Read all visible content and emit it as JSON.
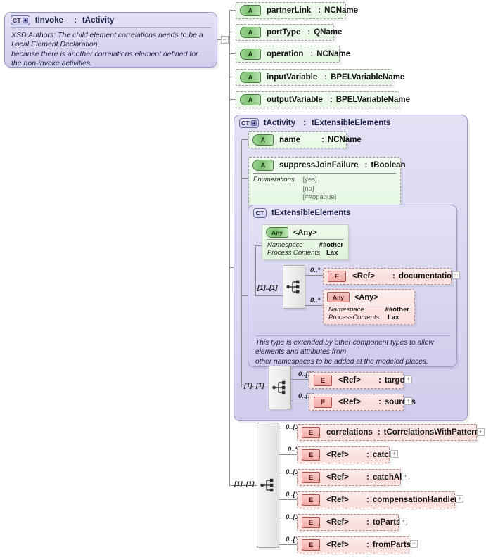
{
  "diagram": {
    "kind": "xsd-schema-diagram",
    "root": {
      "badge": "CT",
      "badge_icon": "ct-plus-icon",
      "name": "tInvoke",
      "separator": ":",
      "type": "tActivity",
      "annotation": "XSD Authors: The child element correlations needs to be a Local Element Declaration,\nbecause there is another correlations element defined for the non-invoke activities."
    },
    "attributes": [
      {
        "badge": "A",
        "name": "partnerLink",
        "separator": ":",
        "type": "NCName"
      },
      {
        "badge": "A",
        "name": "portType",
        "separator": ":",
        "type": "QName"
      },
      {
        "badge": "A",
        "name": "operation",
        "separator": ":",
        "type": "NCName"
      },
      {
        "badge": "A",
        "name": "inputVariable",
        "separator": ":",
        "type": "BPELVariableName"
      },
      {
        "badge": "A",
        "name": "outputVariable",
        "separator": ":",
        "type": "BPELVariableName"
      }
    ],
    "base_type": {
      "badge": "CT",
      "badge_icon": "ct-plus-icon",
      "name": "tActivity",
      "separator": ":",
      "type": "tExtensibleElements",
      "attributes": [
        {
          "badge": "A",
          "name": "name",
          "separator": ":",
          "type": "NCName"
        },
        {
          "badge": "A",
          "name": "suppressJoinFailure",
          "separator": ":",
          "type": "tBoolean",
          "facet_label": "Enumerations",
          "facet_values": "[yes]\n[no]\n[##opaque]"
        }
      ],
      "inner_type": {
        "badge": "CT",
        "name": "tExtensibleElements",
        "any_lead": {
          "badge": "Any",
          "title": "<Any>",
          "rows": [
            {
              "key": "Namespace",
              "value": "##other"
            },
            {
              "key": "Process Contents",
              "value": "Lax"
            }
          ]
        },
        "compositor": {
          "icon": "sequence-icon",
          "cardinality": "[1]..[1]"
        },
        "children": [
          {
            "cardinality": "0..*",
            "badge": "E",
            "name": "<Ref>",
            "separator": ":",
            "type": "documentation",
            "expand": "+"
          },
          {
            "cardinality": "0..*",
            "badge": "Any",
            "title": "<Any>",
            "rows": [
              {
                "key": "Namespace",
                "value": "##other"
              },
              {
                "key": "ProcessContents",
                "value": "Lax"
              }
            ]
          }
        ],
        "annotation": "This type is extended by other component types to allow elements and attributes from\nother namespaces to be added at the modeled places."
      },
      "compositor": {
        "icon": "sequence-icon",
        "cardinality": "[1]..[1]"
      },
      "children": [
        {
          "cardinality": "0..[1]",
          "badge": "E",
          "name": "<Ref>",
          "separator": ":",
          "type": "targets",
          "expand": "+"
        },
        {
          "cardinality": "0..[1]",
          "badge": "E",
          "name": "<Ref>",
          "separator": ":",
          "type": "sources",
          "expand": "+"
        }
      ]
    },
    "content_model": {
      "compositor": {
        "icon": "sequence-icon",
        "cardinality": "[1]..[1]"
      },
      "children": [
        {
          "cardinality": "0..[1]",
          "badge": "E",
          "name": "correlations",
          "separator": ":",
          "type": "tCorrelationsWithPattern",
          "expand": "+"
        },
        {
          "cardinality": "0..*",
          "badge": "E",
          "name": "<Ref>",
          "separator": ":",
          "type": "catch",
          "expand": "+"
        },
        {
          "cardinality": "0..[1]",
          "badge": "E",
          "name": "<Ref>",
          "separator": ":",
          "type": "catchAll",
          "expand": "+"
        },
        {
          "cardinality": "0..[1]",
          "badge": "E",
          "name": "<Ref>",
          "separator": ":",
          "type": "compensationHandler",
          "expand": "+"
        },
        {
          "cardinality": "0..[1]",
          "badge": "E",
          "name": "<Ref>",
          "separator": ":",
          "type": "toParts",
          "expand": "+"
        },
        {
          "cardinality": "0..[1]",
          "badge": "E",
          "name": "<Ref>",
          "separator": ":",
          "type": "fromParts",
          "expand": "+"
        }
      ]
    },
    "trunk_collapse": "–",
    "colors": {
      "complexType_fill": "#d8d6f0",
      "complexType_border": "#9a9ac8",
      "attribute_fill": "#e6f7e3",
      "attribute_badge": "#7dc272",
      "element_fill": "#f9dcda",
      "element_badge": "#f0a9a4",
      "compositor_fill": "#ededed",
      "line": "#8c8c8c"
    }
  }
}
